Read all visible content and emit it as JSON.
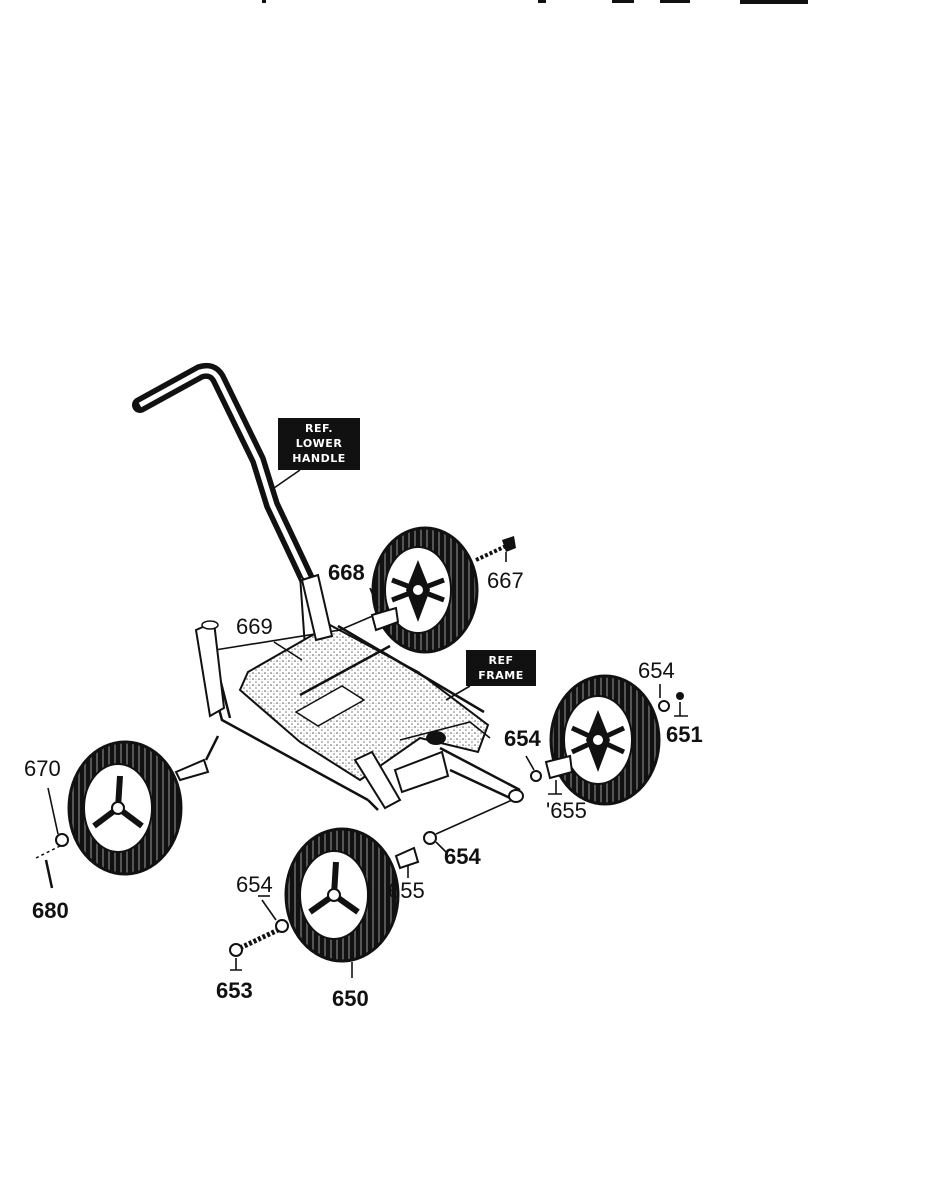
{
  "callouts": {
    "ref_lower_handle": [
      "REF.",
      "LOWER",
      "HANDLE"
    ],
    "ref_frame": [
      "REF",
      "FRAME"
    ]
  },
  "parts": {
    "p667": "667",
    "p668": "668",
    "p669": "669",
    "p654_top": "654",
    "p651": "651",
    "p654_mid": "654",
    "p655_right": "'655",
    "p654_low": "654",
    "p655_low": "655",
    "p670": "670",
    "p680": "680",
    "p654_left": "654",
    "p653": "653",
    "p650": "650"
  }
}
